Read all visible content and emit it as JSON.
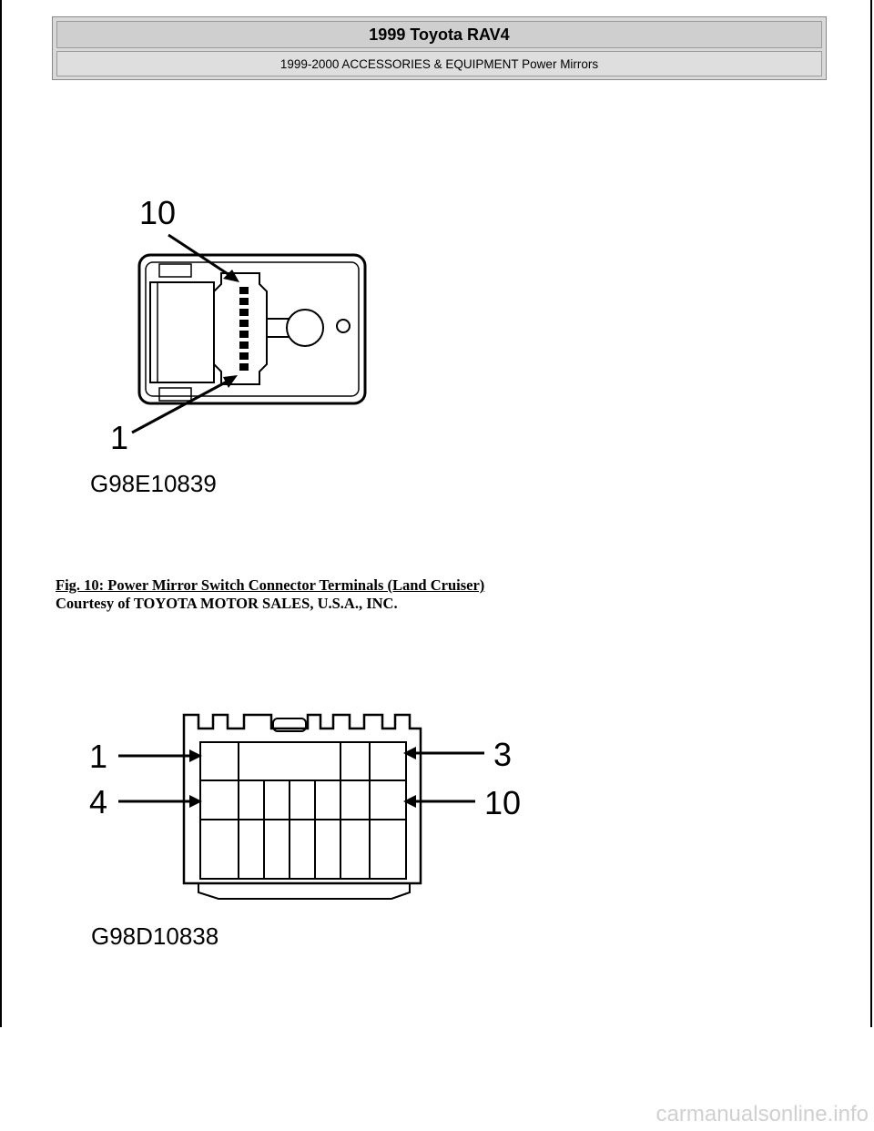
{
  "header": {
    "title": "1999 Toyota RAV4",
    "subtitle": "1999-2000 ACCESSORIES & EQUIPMENT Power Mirrors"
  },
  "figure1": {
    "label_top": "10",
    "label_bottom": "1",
    "code": "G98E10839"
  },
  "caption": {
    "title": "Fig. 10: Power Mirror Switch Connector Terminals (Land Cruiser)",
    "courtesy": "Courtesy of TOYOTA MOTOR SALES, U.S.A., INC."
  },
  "figure2": {
    "label_1": "1",
    "label_4": "4",
    "label_3": "3",
    "label_10": "10",
    "code": "G98D10838"
  },
  "watermark": "carmanualsonline.info"
}
